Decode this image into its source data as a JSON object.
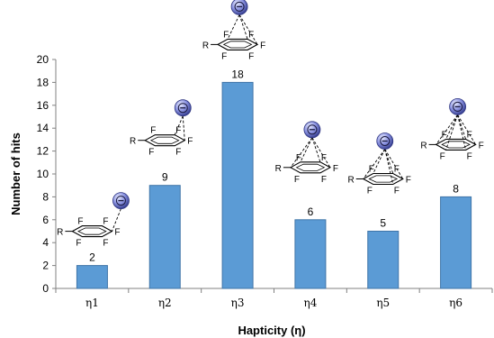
{
  "chart_data": {
    "type": "bar",
    "categories": [
      "η1",
      "η2",
      "η3",
      "η4",
      "η5",
      "η6"
    ],
    "values": [
      2,
      9,
      18,
      6,
      5,
      8
    ],
    "data_labels": [
      "2",
      "9",
      "18",
      "6",
      "5",
      "8"
    ],
    "title": "",
    "xlabel": "Hapticity (η)",
    "ylabel": "Number of hits",
    "ylim": [
      0,
      20
    ],
    "yticks": [
      0,
      2,
      4,
      6,
      8,
      10,
      12,
      14,
      16,
      18,
      20
    ],
    "ytick_labels": [
      "0",
      "2",
      "4",
      "6",
      "8",
      "10",
      "12",
      "14",
      "16",
      "18",
      "20"
    ],
    "grid": false,
    "legend": "none",
    "bar_color": "#5b9bd5",
    "bar_edge_color": "#3f75a8",
    "axis_color": "#808080"
  },
  "molecule": {
    "substituent_label": "R",
    "ring_atom_label": "F",
    "ion_symbol": "⊖",
    "ion_color": "#6b74c9"
  }
}
